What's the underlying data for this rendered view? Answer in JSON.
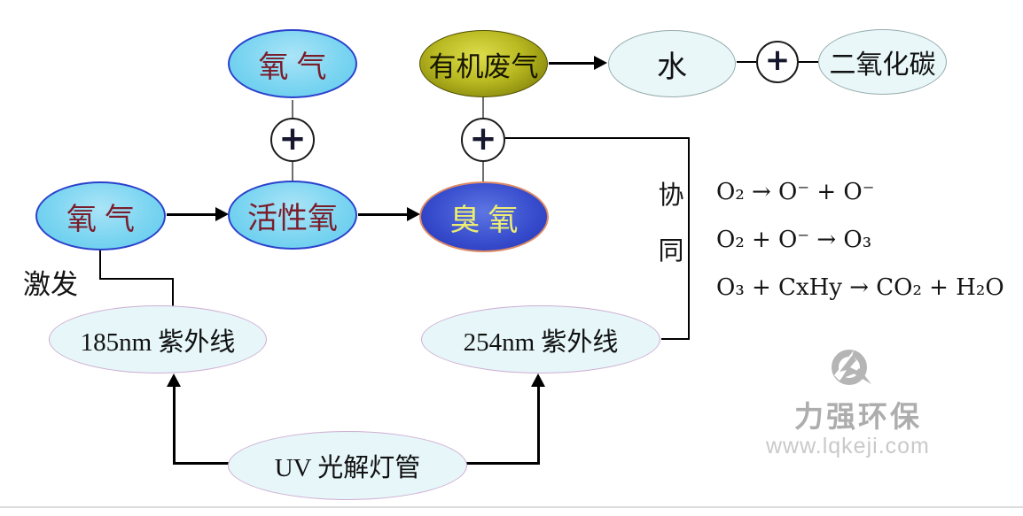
{
  "diagram": {
    "nodes": {
      "oxygen_top": "氧气",
      "organic_waste_gas": "有机废气",
      "water": "水",
      "carbon_dioxide": "二氧化碳",
      "oxygen_left": "氧气",
      "active_oxygen": "活性氧",
      "ozone": "臭氧",
      "uv_185": "185nm 紫外线",
      "uv_254": "254nm 紫外线",
      "uv_lamp": "UV 光解灯管"
    },
    "operators": {
      "plus": "+"
    },
    "labels": {
      "excitation": "激发",
      "synergy": "协同"
    },
    "equations": {
      "eq1": "O₂ → O⁻ + O⁻",
      "eq2": "O₂ + O⁻ → O₃",
      "eq3": "O₃ + CxHy → CO₂ + H₂O"
    },
    "watermark": {
      "company": "力强环保",
      "website": "www.lqkeji.com"
    },
    "colors": {
      "cyan_fill": "#7bd5f1",
      "cyan_border": "#2b41cc",
      "maroon_text": "#7a1e2c",
      "olive_fill": "#b9b922",
      "ozone_fill": "#3a50cf",
      "ozone_border": "#dd8a66",
      "ozone_text": "#eded70",
      "light_fill": "#e9f7f9",
      "uv_ellipse_border": "#cfaed2",
      "line_black": "#000000",
      "watermark_gray": "#adadad"
    }
  }
}
